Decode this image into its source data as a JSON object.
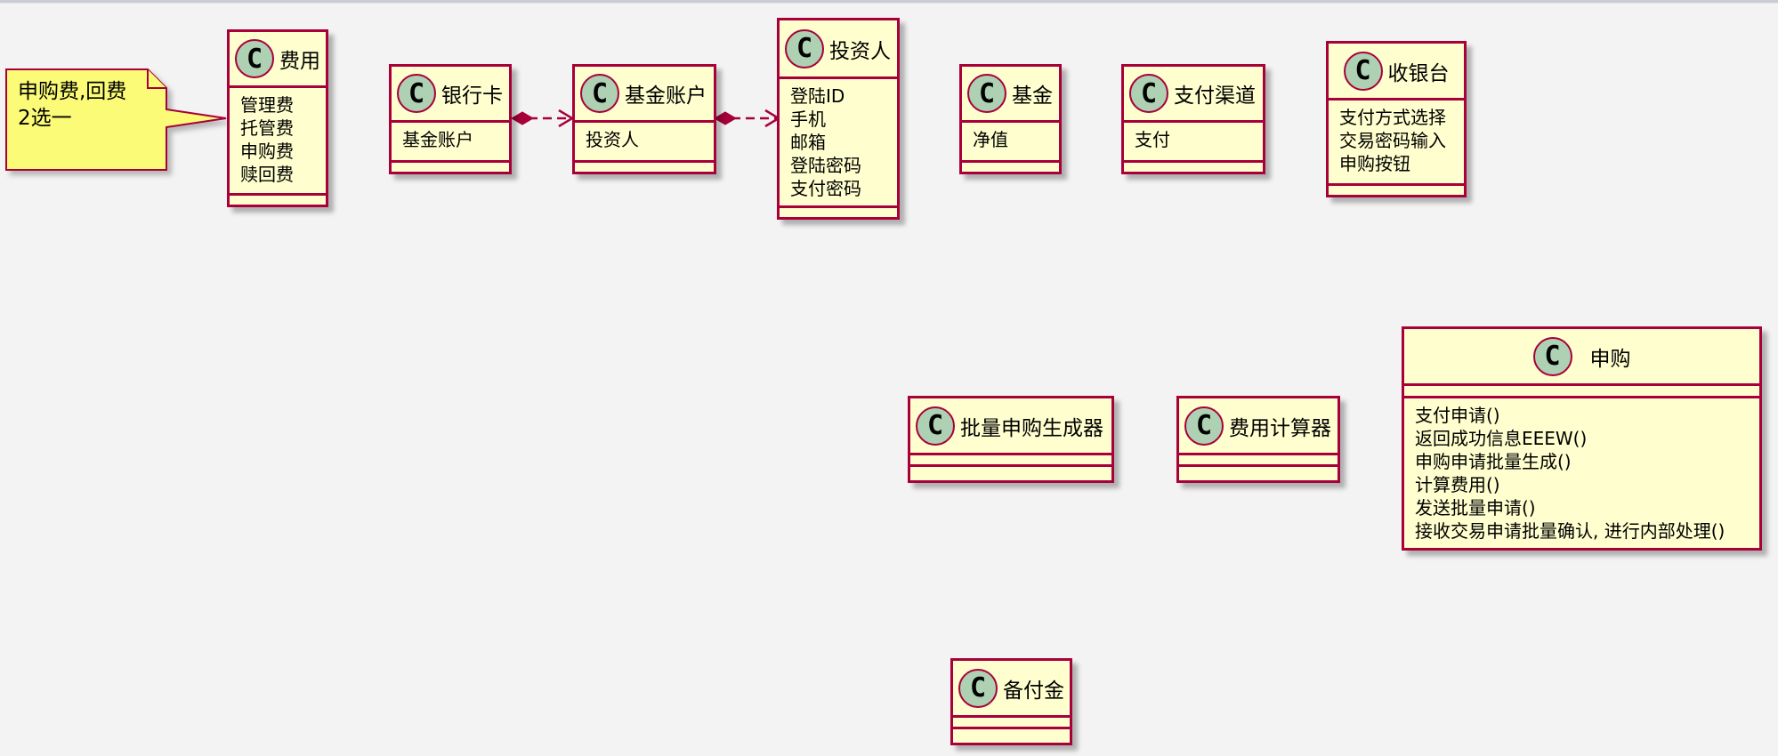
{
  "note": {
    "lines": [
      "申购费,回费",
      "2选一"
    ]
  },
  "classes": {
    "fee": {
      "name": "费用",
      "attrs": [
        "管理费",
        "托管费",
        "申购费",
        "赎回费"
      ]
    },
    "bank_card": {
      "name": "银行卡",
      "attrs": [
        "基金账户"
      ]
    },
    "fund_account": {
      "name": "基金账户",
      "attrs": [
        "投资人"
      ]
    },
    "investor": {
      "name": "投资人",
      "attrs": [
        "登陆ID",
        "手机",
        "邮箱",
        "登陆密码",
        "支付密码"
      ]
    },
    "fund": {
      "name": "基金",
      "attrs": [
        "净值"
      ]
    },
    "payment_channel": {
      "name": "支付渠道",
      "attrs": [
        "支付"
      ]
    },
    "cashier": {
      "name": "收银台",
      "attrs": [
        "支付方式选择",
        "交易密码输入",
        "申购按钮"
      ]
    },
    "batch_generator": {
      "name": "批量申购生成器"
    },
    "fee_calculator": {
      "name": "费用计算器"
    },
    "subscription": {
      "name": "申购",
      "methods": [
        "支付申请()",
        "返回成功信息EEEW()",
        "申购申请批量生成()",
        "计算费用()",
        "发送批量申请()",
        "接收交易申请批量确认, 进行内部处理()"
      ]
    },
    "reserve": {
      "name": "备付金"
    }
  },
  "colors": {
    "background": "#f3f3f3",
    "class_fill": "#fefece",
    "border": "#a8003a",
    "badge": "#add1b2",
    "note_fill": "#fbfb77"
  },
  "relations": [
    {
      "from": "bank_card",
      "to": "fund_account",
      "type": "composition-dependency"
    },
    {
      "from": "fund_account",
      "to": "investor",
      "type": "composition-dependency"
    }
  ]
}
